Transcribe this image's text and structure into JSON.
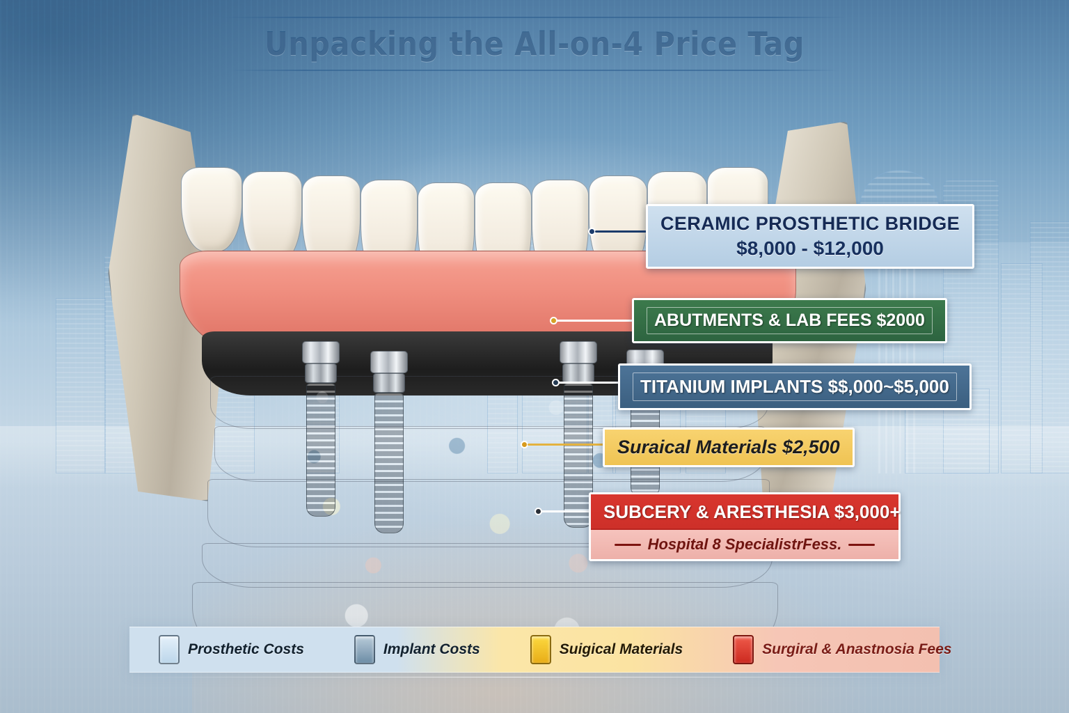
{
  "title": "Unpacking the All-on-4 Price Tag",
  "background": {
    "scene": "dallas-skyline-silhouette",
    "landmark": "reunion-tower",
    "base_color": "#6f9cbf"
  },
  "illustration": {
    "name": "all-on-4-jaw-cross-section",
    "parts": [
      "ceramic-teeth",
      "gum-tissue",
      "bridge-base",
      "titanium-implants",
      "bone-strata"
    ],
    "strata_colors": [
      "#e0705a",
      "#9cc0da",
      "#ddb23f",
      "#d6543f",
      "#ddd0c2"
    ]
  },
  "callouts": [
    {
      "id": "bridge",
      "line1": "CERAMIC PROSTHETIC BRIDGE",
      "line2": "$8,000 - $12,000",
      "color": "#b4cde3",
      "text_color": "#152a55"
    },
    {
      "id": "abutments",
      "line1": "ABUTMENTS & LAB FEES $2000",
      "color": "#2d6440",
      "text_color": "#ffffff"
    },
    {
      "id": "implants",
      "line1": "TITANIUM IMPLANTS $$,000~$5,000",
      "color": "#3b5f80",
      "text_color": "#ffffff"
    },
    {
      "id": "surgical",
      "line1": "Suraical Materials $2,500",
      "color": "#efc353",
      "text_color": "#1d1d1d"
    },
    {
      "id": "anesthesia",
      "line1": "SUBCERY & ARESTHESIA  $3,000+",
      "sub": "Hospital 8 SpecialistrFess.",
      "color": "#c42a24",
      "text_color": "#ffffff",
      "sub_color": "#6f1410"
    }
  ],
  "legend": {
    "items": [
      {
        "label": "Prosthetic Costs",
        "swatch": "#cfe3f2",
        "text_color": "#12212e"
      },
      {
        "label": "Implant Costs",
        "swatch": "#7e9db4",
        "text_color": "#12212e"
      },
      {
        "label": "Suigical Materials",
        "swatch": "#f2c12f",
        "text_color": "#231a05"
      },
      {
        "label": "Surgiral & Anastnosia Fees",
        "swatch": "#e0362c",
        "text_color": "#7a1c16"
      }
    ]
  }
}
